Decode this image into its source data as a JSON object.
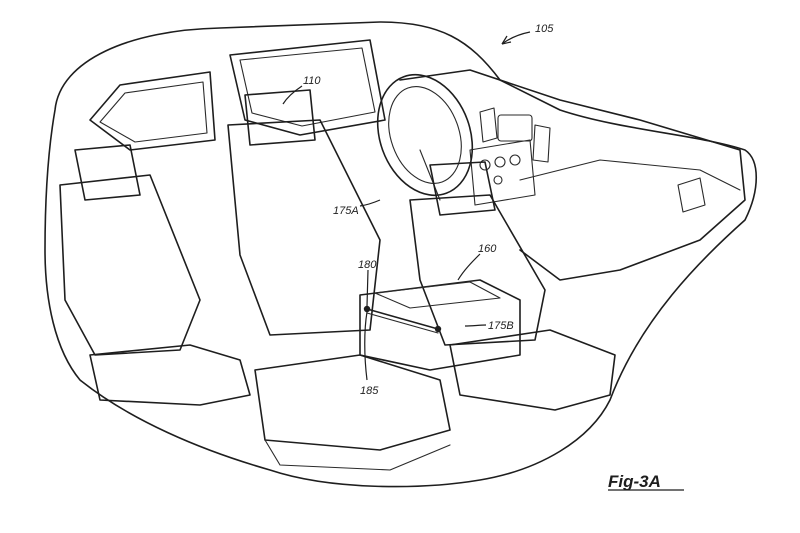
{
  "figure": {
    "label": "Fig-3A",
    "reference_numerals": {
      "vehicle": "105",
      "headrest": "110",
      "seat_edge_upper": "175A",
      "seat_edge_lower": "175B",
      "console": "160",
      "pivot_upper": "180",
      "pivot_lower": "185"
    }
  },
  "colors": {
    "line": "#1e1e1e",
    "background": "#ffffff"
  }
}
